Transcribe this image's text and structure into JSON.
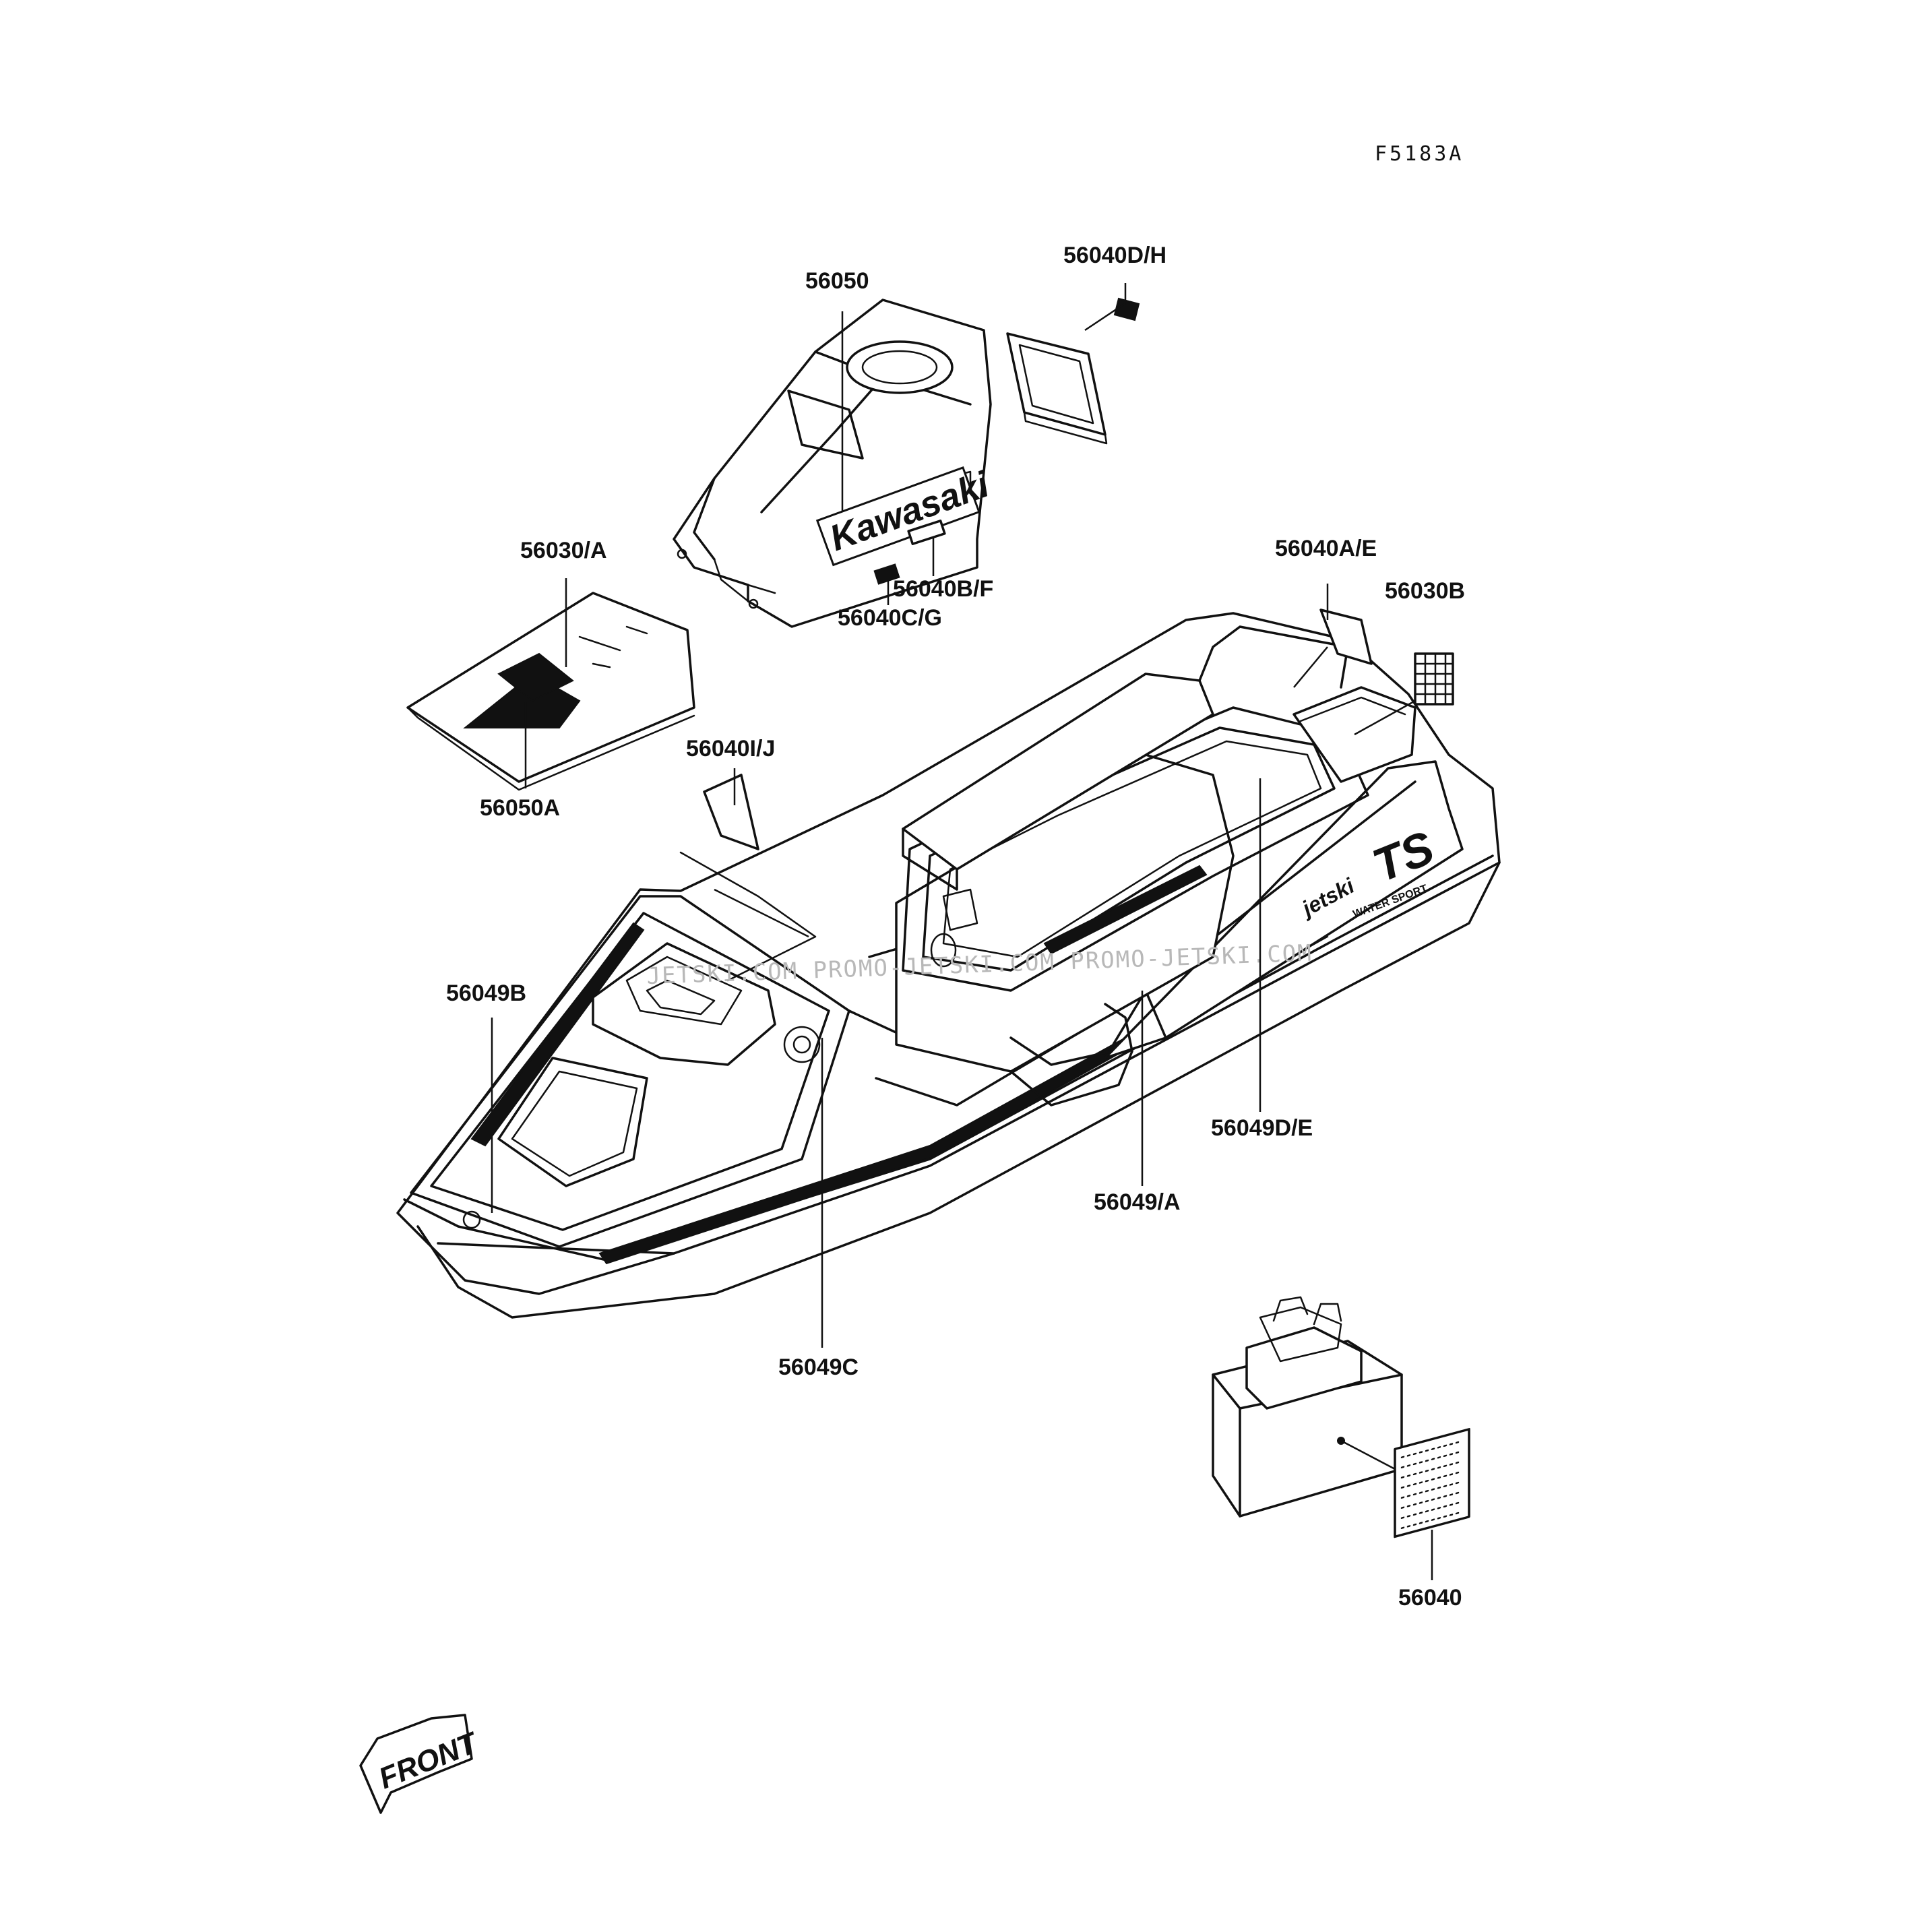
{
  "figure_code": "F5183A",
  "watermark": "JETSKI.COM  PROMO-JETSKI.COM  PROMO-JETSKI.COM",
  "front_marker": "FRONT",
  "cover_logo": "Kawasaki",
  "hull_logo": "TS",
  "hull_script": "jetski",
  "hull_subscript": "WATER SPORT",
  "part_labels": {
    "p56050": "56050",
    "p56040DH": "56040D/H",
    "p56030A": "56030/A",
    "p56040BF": "56040B/F",
    "p56040CG": "56040C/G",
    "p56040AE": "56040A/E",
    "p56030B": "56030B",
    "p56050A": "56050A",
    "p56040IJ": "56040I/J",
    "p56049B": "56049B",
    "p56049DE": "56049D/E",
    "p56049A": "56049/A",
    "p56049C": "56049C",
    "p56040": "56040"
  }
}
